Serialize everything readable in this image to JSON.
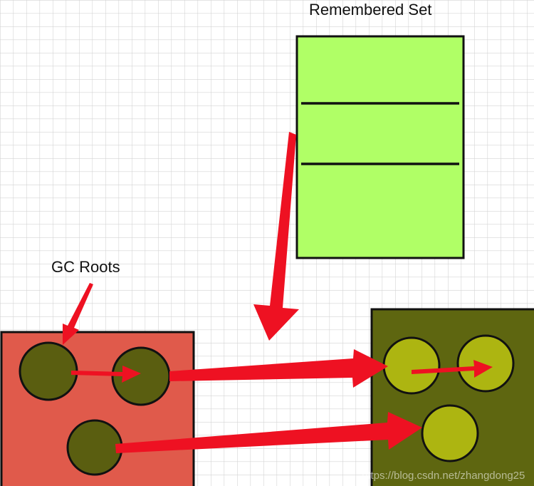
{
  "labels": {
    "remembered_set": "Remembered Set",
    "gc_roots": "GC Roots"
  },
  "watermark": "https://blog.csdn.net/zhangdong25",
  "colors": {
    "remembered_set_fill": "#b0ff66",
    "gc_roots_region_fill": "#e05a4b",
    "target_region_fill": "#5e6610",
    "root_object_fill": "#5a5e10",
    "target_object_fill": "#adb511",
    "arrow": "#ee1122",
    "grid": "#d4d4d4",
    "outline": "#111111"
  }
}
